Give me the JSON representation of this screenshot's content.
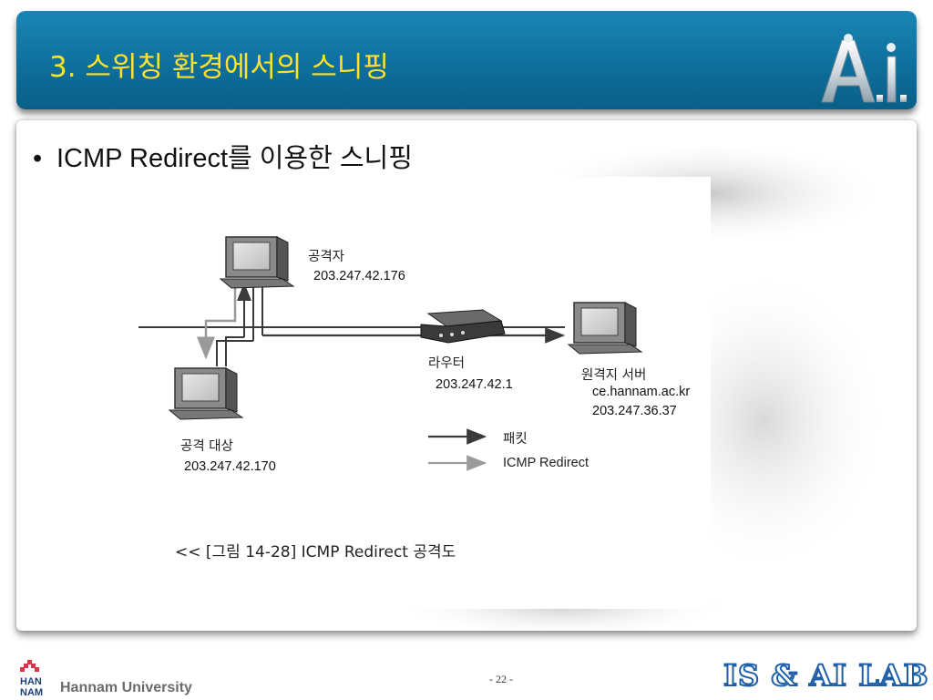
{
  "slide": {
    "title": "3. 스위칭 환경에서의 스니핑",
    "page_number": "- 22 -"
  },
  "content": {
    "bullet_symbol": "•",
    "bullet_text": "ICMP Redirect를 이용한 스니핑"
  },
  "diagram": {
    "attacker": {
      "label": "공격자",
      "ip": "203.247.42.176"
    },
    "router": {
      "label": "라우터",
      "ip": "203.247.42.1"
    },
    "remote_server": {
      "label": "원격지 서버",
      "host": "ce.hannam.ac.kr",
      "ip": "203.247.36.37"
    },
    "target": {
      "label": "공격 대상",
      "ip": "203.247.42.170"
    },
    "legend": {
      "packet": "패킷",
      "icmp_redirect": "ICMP Redirect"
    },
    "caption": "<< [그림 14-28] ICMP Redirect 공격도",
    "colors": {
      "packet_line": "#3a3a3a",
      "redirect_line": "#9a9a9a"
    }
  },
  "branding": {
    "top_logo_text": "A.I.",
    "footer_logo_text": "HAN NAM",
    "university": "Hannam University",
    "lab_logo": "IS & AI LAB"
  },
  "colors": {
    "title_bar": "#0e6f9c",
    "title_text": "#ffe12e",
    "lab_logo_stroke": "#1f5fa8"
  }
}
